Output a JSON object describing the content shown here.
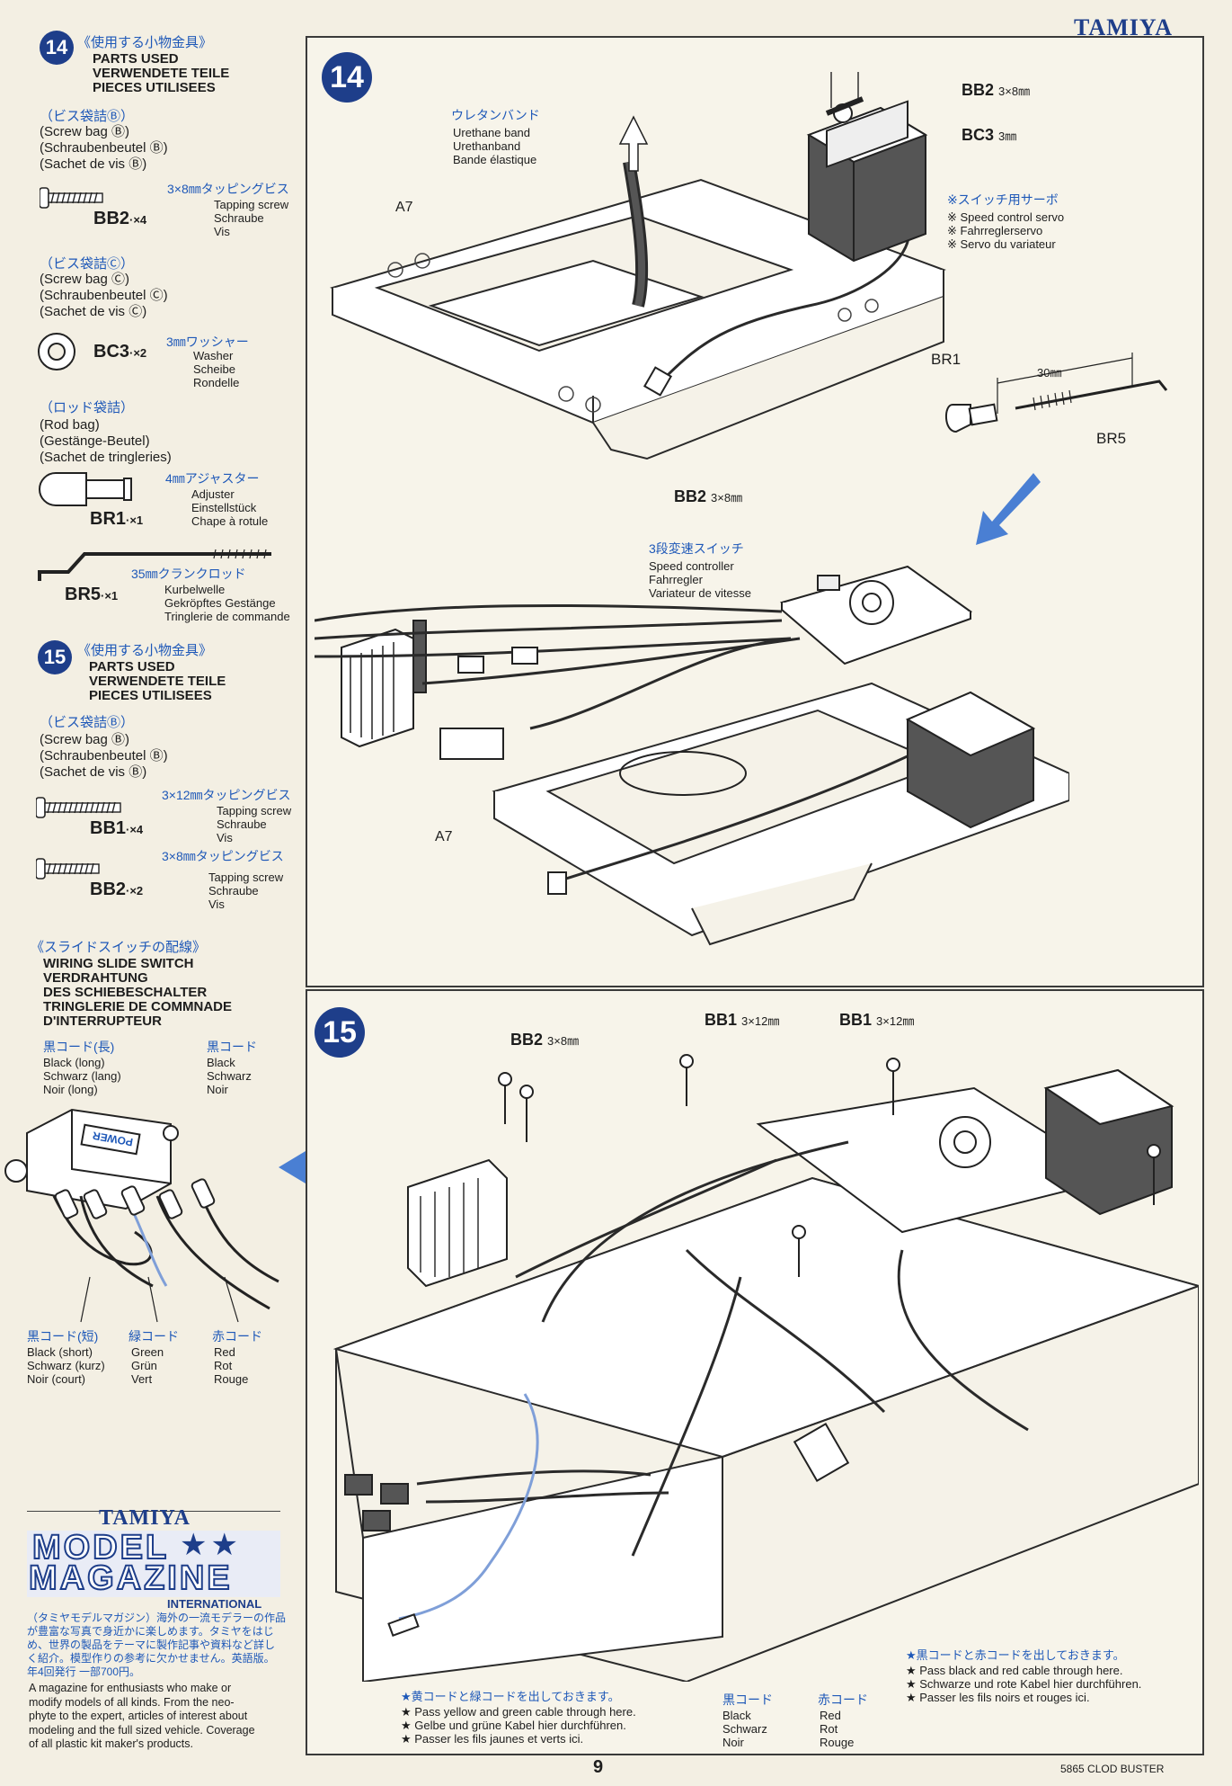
{
  "header": {
    "brand": "TAMIYA"
  },
  "left": {
    "step14": {
      "number": "14",
      "jp_title": "《使用する小物金具》",
      "title_lines": [
        "PARTS USED",
        "VERWENDETE TEILE",
        "PIECES UTILISEES"
      ],
      "bag_b": {
        "jp": "（ビス袋詰Ⓑ）",
        "lines": [
          "(Screw bag Ⓑ)",
          "(Schraubenbeutel Ⓑ)",
          "(Sachet de vis Ⓑ)"
        ]
      },
      "bb2": {
        "code": "BB2",
        "qty": "·×4",
        "jp": "3×8㎜タッピングビス",
        "desc": [
          "Tapping screw",
          "Schraube",
          "Vis"
        ]
      },
      "bag_c": {
        "jp": "（ビス袋詰Ⓒ）",
        "lines": [
          "(Screw bag Ⓒ)",
          "(Schraubenbeutel Ⓒ)",
          "(Sachet de vis Ⓒ)"
        ]
      },
      "bc3": {
        "code": "BC3",
        "qty": "·×2",
        "jp": "3㎜ワッシャー",
        "desc": [
          "Washer",
          "Scheibe",
          "Rondelle"
        ]
      },
      "rod_bag": {
        "jp": "（ロッド袋詰）",
        "lines": [
          "(Rod bag)",
          "(Gestänge-Beutel)",
          "(Sachet de tringleries)"
        ]
      },
      "br1": {
        "code": "BR1",
        "qty": "·×1",
        "jp": "4㎜アジャスター",
        "desc": [
          "Adjuster",
          "Einstellstück",
          "Chape à rotule"
        ]
      },
      "br5": {
        "code": "BR5",
        "qty": "·×1",
        "jp": "35㎜クランクロッド",
        "desc": [
          "Kurbelwelle",
          "Gekröpftes Gestänge",
          "Tringlerie de commande"
        ]
      }
    },
    "step15": {
      "number": "15",
      "jp_title": "《使用する小物金具》",
      "title_lines": [
        "PARTS USED",
        "VERWENDETE TEILE",
        "PIECES UTILISEES"
      ],
      "bag_b": {
        "jp": "（ビス袋詰Ⓑ）",
        "lines": [
          "(Screw bag Ⓑ)",
          "(Schraubenbeutel Ⓑ)",
          "(Sachet de vis Ⓑ)"
        ]
      },
      "bb1": {
        "code": "BB1",
        "qty": "·×4",
        "jp": "3×12㎜タッピングビス",
        "desc": [
          "Tapping screw",
          "Schraube",
          "Vis"
        ]
      },
      "bb2": {
        "code": "BB2",
        "qty": "·×2",
        "jp": "3×8㎜タッピングビス",
        "desc": [
          "Tapping screw",
          "Schraube",
          "Vis"
        ]
      }
    },
    "wiring": {
      "jp": "《スライドスイッチの配線》",
      "title_lines": [
        "WIRING SLIDE SWITCH",
        "VERDRAHTUNG",
        "DES SCHIEBESCHALTER",
        "TRINGLERIE DE COMMNADE",
        "D'INTERRUPTEUR"
      ],
      "black_long": {
        "jp": "黒コード(長)",
        "lines": [
          "Black (long)",
          "Schwarz (lang)",
          "Noir (long)"
        ]
      },
      "black": {
        "jp": "黒コード",
        "lines": [
          "Black",
          "Schwarz",
          "Noir"
        ]
      },
      "black_short": {
        "jp": "黒コード(短)",
        "lines": [
          "Black (short)",
          "Schwarz (kurz)",
          "Noir (court)"
        ]
      },
      "green": {
        "jp": "緑コード",
        "lines": [
          "Green",
          "Grün",
          "Vert"
        ]
      },
      "red": {
        "jp": "赤コード",
        "lines": [
          "Red",
          "Rot",
          "Rouge"
        ]
      },
      "switch_label": "POWER"
    },
    "magazine": {
      "brand": "TAMIYA",
      "line1": "MODEL",
      "line2": "MAGAZINE",
      "international": "INTERNATIONAL",
      "jp_lines": [
        "（タミヤモデルマガジン）海外の一流モデラーの作品",
        "が豊富な写真で身近かに楽しめます。タミヤをはじ",
        "め、世界の製品をテーマに製作記事や資料など詳し",
        "く紹介。模型作りの参考に欠かせません。英語版。",
        "年4回発行 一部700円。"
      ],
      "en_lines": [
        "A magazine for enthusiasts who make or",
        "modify models of all kinds. From the neo-",
        "phyte to the expert, articles of interest about",
        "modeling and the full sized vehicle. Coverage",
        "of all plastic kit maker's products."
      ]
    }
  },
  "step14_diagram": {
    "number": "14",
    "urethane": {
      "jp": "ウレタンバンド",
      "lines": [
        "Urethane band",
        "Urethanband",
        "Bande élastique"
      ]
    },
    "a7": "A7",
    "bb2": {
      "code": "BB2",
      "size": "3×8㎜"
    },
    "bc3": {
      "code": "BC3",
      "size": "3㎜"
    },
    "switch_servo": {
      "jp": "※スイッチ用サーボ",
      "lines": [
        "※ Speed control servo",
        "※ Fahrreglerservo",
        "※ Servo du variateur"
      ]
    },
    "br1": "BR1",
    "br5": "BR5",
    "rod_length": "30㎜",
    "bb2_lower": {
      "code": "BB2",
      "size": "3×8㎜"
    },
    "speed_controller": {
      "jp": "3段変速スイッチ",
      "lines": [
        "Speed controller",
        "Fahrregler",
        "Variateur de vitesse"
      ]
    },
    "a7_lower": "A7"
  },
  "step15_diagram": {
    "number": "15",
    "bb2": {
      "code": "BB2",
      "size": "3×8㎜"
    },
    "bb1_a": {
      "code": "BB1",
      "size": "3×12㎜"
    },
    "bb1_b": {
      "code": "BB1",
      "size": "3×12㎜"
    },
    "note_yellow": {
      "jp": "★黄コードと緑コードを出しておきます。",
      "lines": [
        "★ Pass yellow and green cable through here.",
        "★ Gelbe und grüne Kabel hier durchführen.",
        "★ Passer les fils jaunes et verts ici."
      ]
    },
    "black": {
      "jp": "黒コード",
      "lines": [
        "Black",
        "Schwarz",
        "Noir"
      ]
    },
    "red": {
      "jp": "赤コード",
      "lines": [
        "Red",
        "Rot",
        "Rouge"
      ]
    },
    "note_black_red": {
      "jp": "★黒コードと赤コードを出しておきます。",
      "lines": [
        "★ Pass black and red cable through here.",
        "★ Schwarze und rote Kabel hier durchführen.",
        "★ Passer les fils noirs et rouges ici."
      ]
    }
  },
  "footer": {
    "page": "9",
    "code": "5865 CLOD BUSTER"
  },
  "colors": {
    "accent_blue": "#1e58b8",
    "brand_navy": "#1e3e8a",
    "paper": "#f3efe3"
  }
}
